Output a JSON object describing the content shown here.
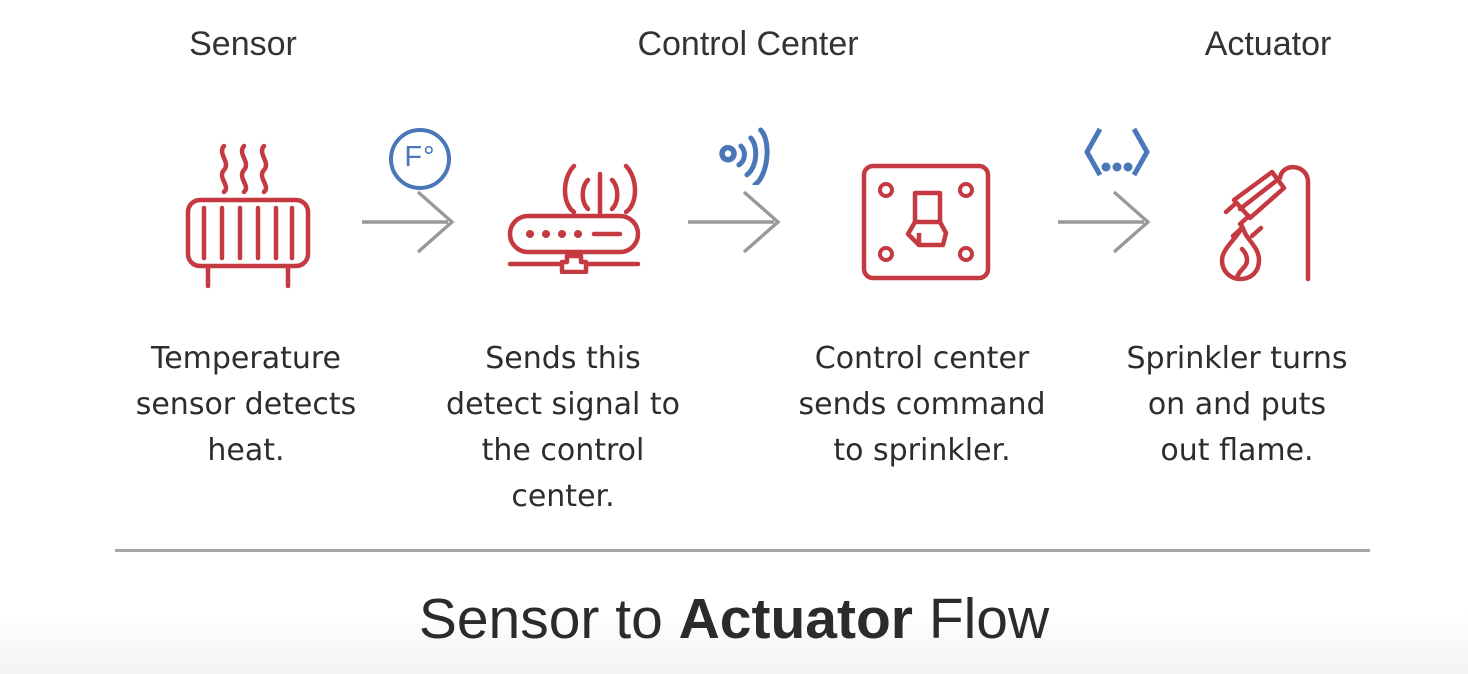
{
  "diagram": {
    "header_labels": [
      "Sensor",
      "Control Center",
      "Actuator"
    ],
    "steps": [
      {
        "icon": "heat-sensor-icon",
        "caption": "Temperature\nsensor detects\nheat."
      },
      {
        "icon": "wireless-router-icon",
        "caption": "Sends this\ndetect signal to\nthe control\ncenter."
      },
      {
        "icon": "switch-panel-icon",
        "caption": "Control center\nsends command\nto sprinkler."
      },
      {
        "icon": "sprinkler-flame-icon",
        "caption": "Sprinkler turns\non and puts\nout flame."
      }
    ],
    "connectors": [
      {
        "icon": "fahrenheit-badge-icon",
        "badge_text": "F°"
      },
      {
        "icon": "wireless-signal-icon"
      },
      {
        "icon": "code-command-icon"
      }
    ],
    "footer_title": {
      "prefix": "Sensor to ",
      "bold": "Actuator",
      "suffix": " Flow"
    },
    "colors": {
      "icon_red": "#c43a40",
      "icon_blue": "#4a77b8",
      "arrow_gray": "#999999",
      "divider_gray": "#a6a6a6",
      "text_dark": "#2e2e2e"
    }
  }
}
